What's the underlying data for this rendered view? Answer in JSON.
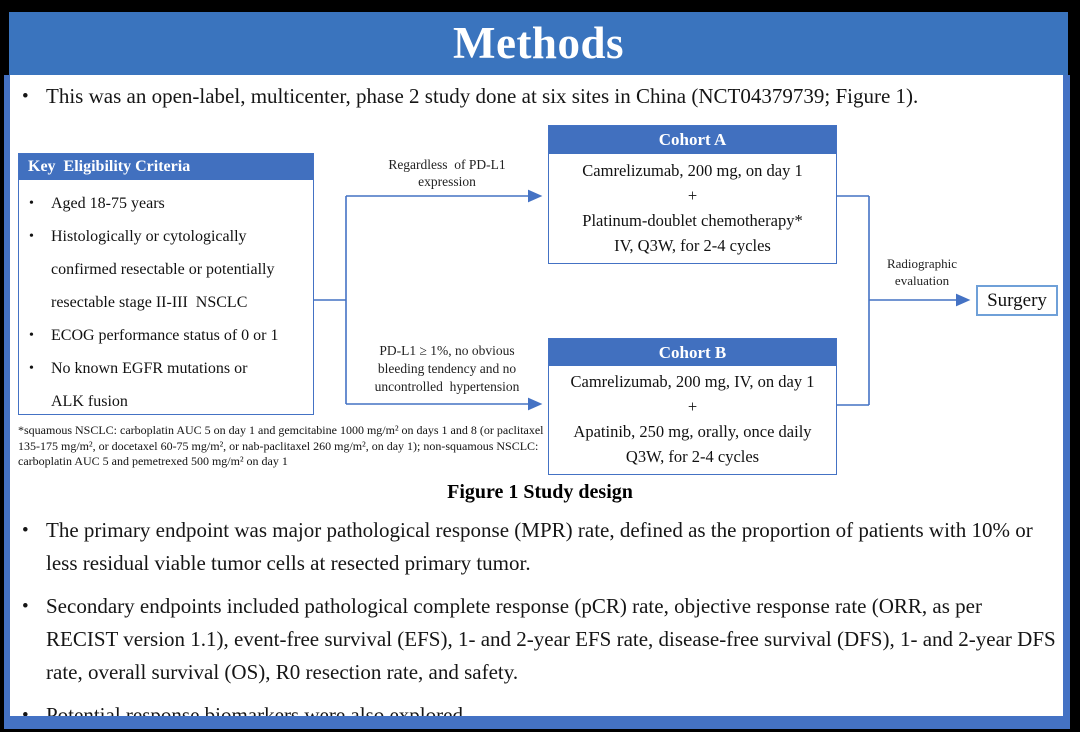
{
  "colors": {
    "banner": "#3a74be",
    "accent": "#4170bf",
    "line": "#4472c4",
    "surgery_border": "#6fa0d8"
  },
  "bullet_glyph": "•",
  "title": "Methods",
  "intro": "This was an open-label, multicenter, phase 2 study done at six sites in China (NCT04379739; Figure 1).",
  "diagram": {
    "eligibility": {
      "header": "Key  Eligibility Criteria",
      "items": [
        "Aged 18-75 years",
        "Histologically or cytologically\nconfirmed resectable or potentially\nresectable stage II-III  NSCLC",
        "ECOG performance status of 0 or 1",
        "No known EGFR mutations or\nALK fusion"
      ]
    },
    "branch_top": "Regardless  of PD-L1\nexpression",
    "branch_bottom": "PD-L1 ≥ 1%, no obvious\nbleeding tendency and no\nuncontrolled  hypertension",
    "cohort_a": {
      "header": "Cohort A",
      "lines": [
        "Camrelizumab, 200 mg, on day 1",
        "+",
        "Platinum-doublet chemotherapy*",
        "IV, Q3W, for 2-4 cycles"
      ]
    },
    "cohort_b": {
      "header": "Cohort B",
      "lines": [
        "Camrelizumab, 200 mg, IV, on day 1",
        "+",
        "Apatinib, 250 mg, orally, once daily",
        "Q3W, for 2-4 cycles"
      ]
    },
    "radiographic_label": "Radiographic\nevaluation",
    "surgery_label": "Surgery",
    "footnote": "*squamous NSCLC: carboplatin AUC 5 on day 1 and gemcitabine 1000 mg/m² on days 1 and 8 (or paclitaxel 135-175 mg/m², or docetaxel 60-75 mg/m², or nab-paclitaxel 260 mg/m², on day 1); non-squamous NSCLC: carboplatin AUC 5 and pemetrexed 500 mg/m² on day 1",
    "caption": "Figure 1 Study design"
  },
  "bullets": [
    "The primary endpoint was major pathological response (MPR) rate, defined as the proportion of patients with 10% or less residual viable tumor cells at resected primary tumor.",
    "Secondary endpoints included pathological complete response (pCR) rate, objective response rate (ORR, as per RECIST version 1.1), event-free survival (EFS), 1- and 2-year EFS rate, disease-free survival (DFS), 1- and 2-year DFS rate, overall survival (OS), R0 resection rate, and safety.",
    "Potential response biomarkers were also explored."
  ]
}
